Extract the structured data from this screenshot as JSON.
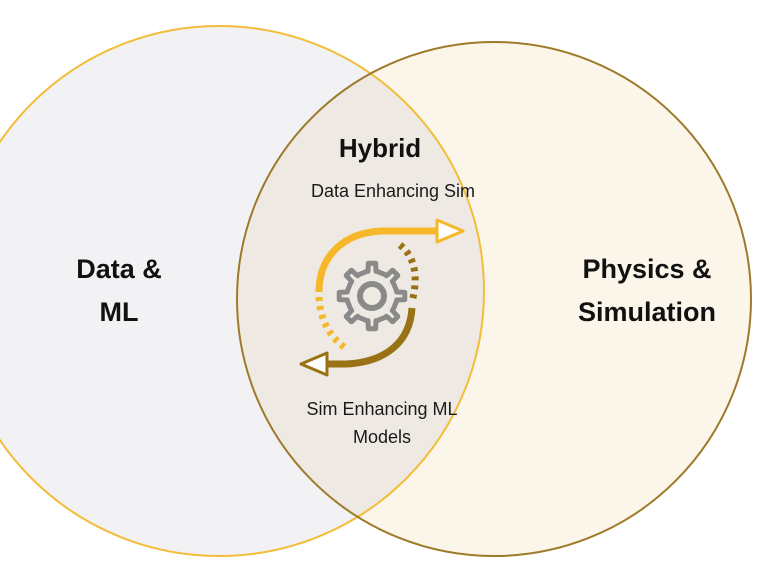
{
  "left_circle": {
    "label_line1": "Data &",
    "label_line2": "ML"
  },
  "right_circle": {
    "label_line1": "Physics &",
    "label_line2": "Simulation"
  },
  "overlap": {
    "title": "Hybrid",
    "top_caption": "Data Enhancing Sim",
    "bottom_caption_line1": "Sim Enhancing ML",
    "bottom_caption_line2": "Models"
  },
  "icons": {
    "center": "gear-icon",
    "top_arrow": "arrow-right-icon",
    "bottom_arrow": "arrow-left-icon"
  },
  "colors": {
    "left_stroke": "#F2BE3A",
    "right_stroke": "#9E7A2B",
    "left_fill": "#F2F1F3",
    "right_fill": "#FCF5E9",
    "overlap_fill": "#EEEAE3",
    "arrow_top": "#F6B82A",
    "arrow_bottom": "#9A7216",
    "gear": "#8A8A8A"
  }
}
